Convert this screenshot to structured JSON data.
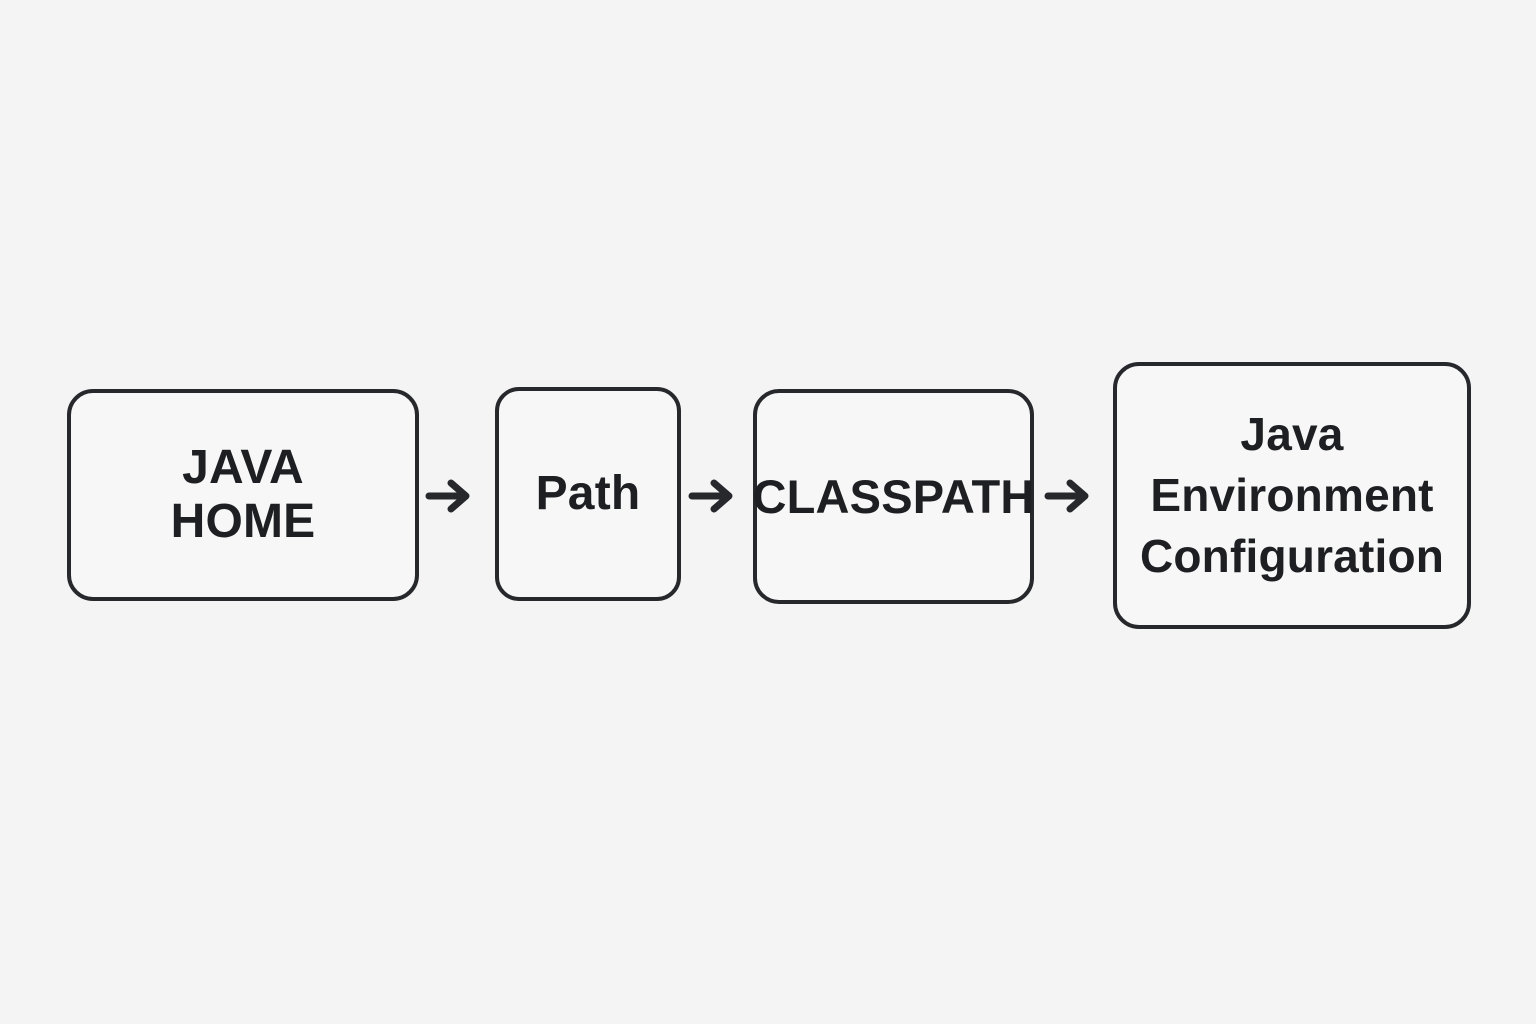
{
  "diagram": {
    "background_color": "#f4f4f4",
    "node_fill_color": "#f7f7f7",
    "node_border_color": "#26282b",
    "text_color": "#1d1f22",
    "arrow_color": "#26282b",
    "nodes": [
      {
        "id": "java-home",
        "label": "JAVA\nHOME"
      },
      {
        "id": "path",
        "label": "Path"
      },
      {
        "id": "classpath",
        "label": "CLASSPATH"
      },
      {
        "id": "java-env-config",
        "label": "Java\nEnvironment\nConfiguration"
      }
    ],
    "connectors": [
      {
        "id": "arrow-1",
        "icon": "arrow-right-icon",
        "from": "java-home",
        "to": "path"
      },
      {
        "id": "arrow-2",
        "icon": "arrow-right-icon",
        "from": "path",
        "to": "classpath"
      },
      {
        "id": "arrow-3",
        "icon": "arrow-right-icon",
        "from": "classpath",
        "to": "java-env-config"
      }
    ]
  }
}
